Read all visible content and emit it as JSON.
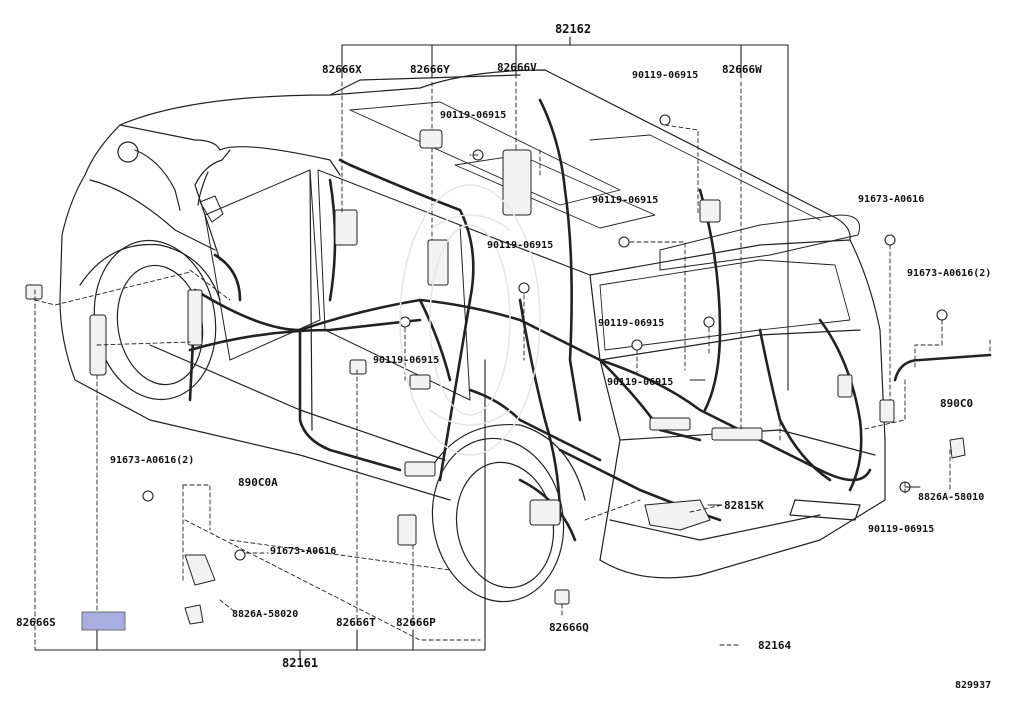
{
  "diagram": {
    "figure_number": "829937",
    "highlight_color": "#a9aee0",
    "labels": {
      "top_assembly": "82162",
      "bottom_assembly": "82161",
      "p82666X": "82666X",
      "p82666Y": "82666Y",
      "p82666V": "82666V",
      "p82666W": "82666W",
      "p82666S": "82666S",
      "p82666T": "82666T",
      "p82666P": "82666P",
      "p82666Q": "82666Q",
      "p82815K": "82815K",
      "p82164": "82164",
      "p890C0": "890C0",
      "p890C0A": "890C0A",
      "bolt_a": "90119-06915",
      "bolt_b": "90119-06915",
      "bolt_c": "90119-06915",
      "bolt_d": "90119-06915",
      "bolt_e": "90119-06915",
      "bolt_f": "90119-06915",
      "bolt_g": "90119-06915",
      "bolt_h": "90119-06915",
      "clip_top": "91673-A0616",
      "clip_right2": "91673-A0616(2)",
      "clip_left2": "91673-A0616(2)",
      "clip_mid": "91673-A0616",
      "bracket_right": "8826A-58010",
      "bracket_left": "8826A-58020"
    }
  }
}
